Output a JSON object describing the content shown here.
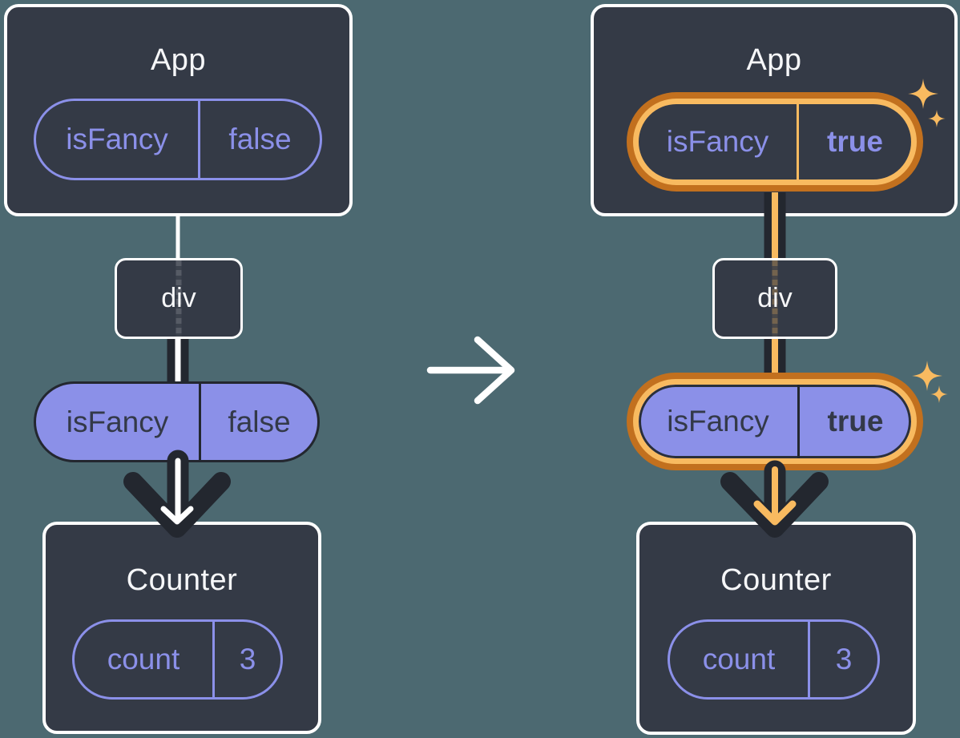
{
  "diagram": {
    "before": {
      "app": {
        "title": "App",
        "prop": {
          "name": "isFancy",
          "value": "false"
        }
      },
      "div_node": {
        "label": "div"
      },
      "passed_prop": {
        "name": "isFancy",
        "value": "false"
      },
      "counter": {
        "title": "Counter",
        "state": {
          "name": "count",
          "value": "3"
        }
      }
    },
    "after": {
      "app": {
        "title": "App",
        "prop": {
          "name": "isFancy",
          "value": "true"
        }
      },
      "div_node": {
        "label": "div"
      },
      "passed_prop": {
        "name": "isFancy",
        "value": "true"
      },
      "counter": {
        "title": "Counter",
        "state": {
          "name": "count",
          "value": "3"
        }
      }
    },
    "icons": {
      "transition": "arrow-right-icon",
      "highlight": "sparkle-icon"
    },
    "colors": {
      "background": "#4C6971",
      "node_fill": "#343A46",
      "node_border": "#FFFFFF",
      "purple": "#8B90E9",
      "purple_fill": "#8B90E8",
      "dark_ink": "#23272F",
      "dark_text": "#333948",
      "orange_ring": "#C2701E",
      "orange_light": "#F8BA60",
      "title_text": "#F6F7F9"
    }
  }
}
